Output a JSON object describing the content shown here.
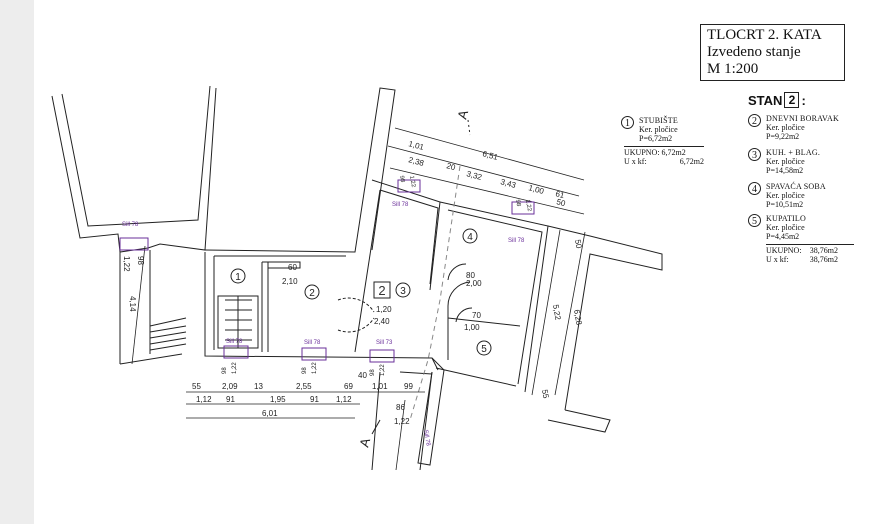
{
  "title": {
    "line1": "TLOCRT 2. KATA",
    "line2": "Izvedeno stanje",
    "line3": "M 1:200"
  },
  "stan": {
    "label": "STAN",
    "number": "2",
    "suffix": ":"
  },
  "legend_left": {
    "num": "1",
    "name": "STUBIŠTE",
    "floor": "Ker. pločice",
    "area": "P=6,72m2",
    "total_label": "UKUPNO: 6,72m2",
    "coef_label": "U x kf:",
    "coef_value": "6,72m2"
  },
  "legend_right": [
    {
      "num": "2",
      "name": "DNEVNI BORAVAK",
      "floor": "Ker. pločice",
      "area": "P=9,22m2"
    },
    {
      "num": "3",
      "name": "KUH. + BLAG.",
      "floor": "Ker. pločice",
      "area": "P=14,58m2"
    },
    {
      "num": "4",
      "name": "SPAVAĆA SOBA",
      "floor": "Ker. pločice",
      "area": "P=10,51m2"
    },
    {
      "num": "5",
      "name": "KUPATILO",
      "floor": "Ker. pločice",
      "area": "P=4,45m2"
    }
  ],
  "totals_right": {
    "total_label": "UKUPNO:",
    "total_value": "38,76m2",
    "coef_label": "U x kf:",
    "coef_value": "38,76m2"
  },
  "plan": {
    "unit_tag": "2",
    "room_numbers": [
      "1",
      "2",
      "3",
      "4",
      "5"
    ],
    "section_mark": "A",
    "window_labels": {
      "sill78_left": "Sill 78",
      "sill78_a": "Sill 78",
      "sill78_b": "Sill 78",
      "sill78_c": "Sill 78",
      "sill78_d": "Sill 78",
      "sill73": "Sill 73",
      "sill78_bottom": "Sill 78",
      "sill78_e": "Sill 78",
      "sill78_f": "Sill 78"
    },
    "dims": {
      "top_651": "6,51",
      "top_101": "1,01",
      "top_238": "2,38",
      "top_332": "3,32",
      "top_20": "20",
      "top_343": "3,43",
      "top_100": "1,00",
      "top_61": "61",
      "top_50": "50",
      "w_122a": "1,22",
      "w_98a": "98",
      "w_122b": "1,22",
      "w_98b": "98",
      "right_50": "50",
      "right_522": "5,22",
      "right_628": "6,28",
      "right_55": "55",
      "left_414": "4,14",
      "left_122": "1,22",
      "left_98": "98",
      "int_60": "60",
      "int_210": "2,10",
      "int_120": "1,20",
      "int_240": "2,40",
      "int_80": "80",
      "int_200": "2,00",
      "int_70": "70",
      "int_100": "1,00",
      "b_55": "55",
      "b_209": "2,09",
      "b_13": "13",
      "b_255": "2,55",
      "b_69": "69",
      "b_40": "40",
      "b_101": "1,01",
      "b_99": "99",
      "b_112a": "1,12",
      "b_91a": "91",
      "b_195": "1,95",
      "b_91b": "91",
      "b_112b": "1,12",
      "b_601": "6,01",
      "b_86": "86",
      "b_122": "1,22",
      "w_98c": "98",
      "w_122c": "1,22",
      "w_98d": "98",
      "w_122d": "1,22",
      "w_98e": "98",
      "w_122e": "1,22"
    }
  },
  "colors": {
    "line": "#222222",
    "purple": "#6a2f9a",
    "gray": "#ededed"
  }
}
